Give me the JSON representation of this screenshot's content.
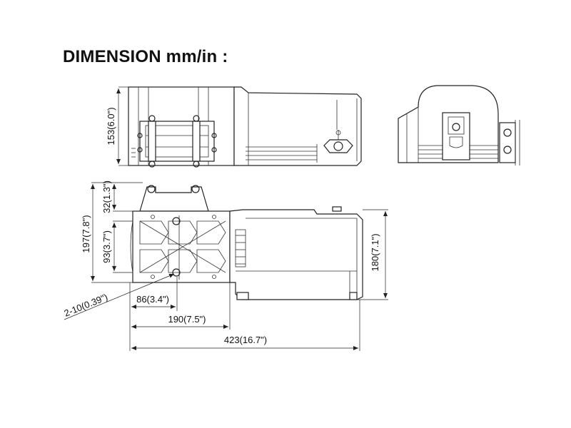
{
  "title": "DIMENSION mm/in :",
  "dimensions": {
    "height_top_view": "153(6.0\")",
    "mount_offset": "32(1.3\")",
    "overall_height": "197(7.8\")",
    "hole_spacing_vertical": "93(3.7\")",
    "body_height": "180(7.1\")",
    "bolt_holes": "2-10(0.39\")",
    "hole_spacing_horizontal": "86(3.4\")",
    "base_length": "190(7.5\")",
    "overall_length": "423(16.7\")"
  }
}
